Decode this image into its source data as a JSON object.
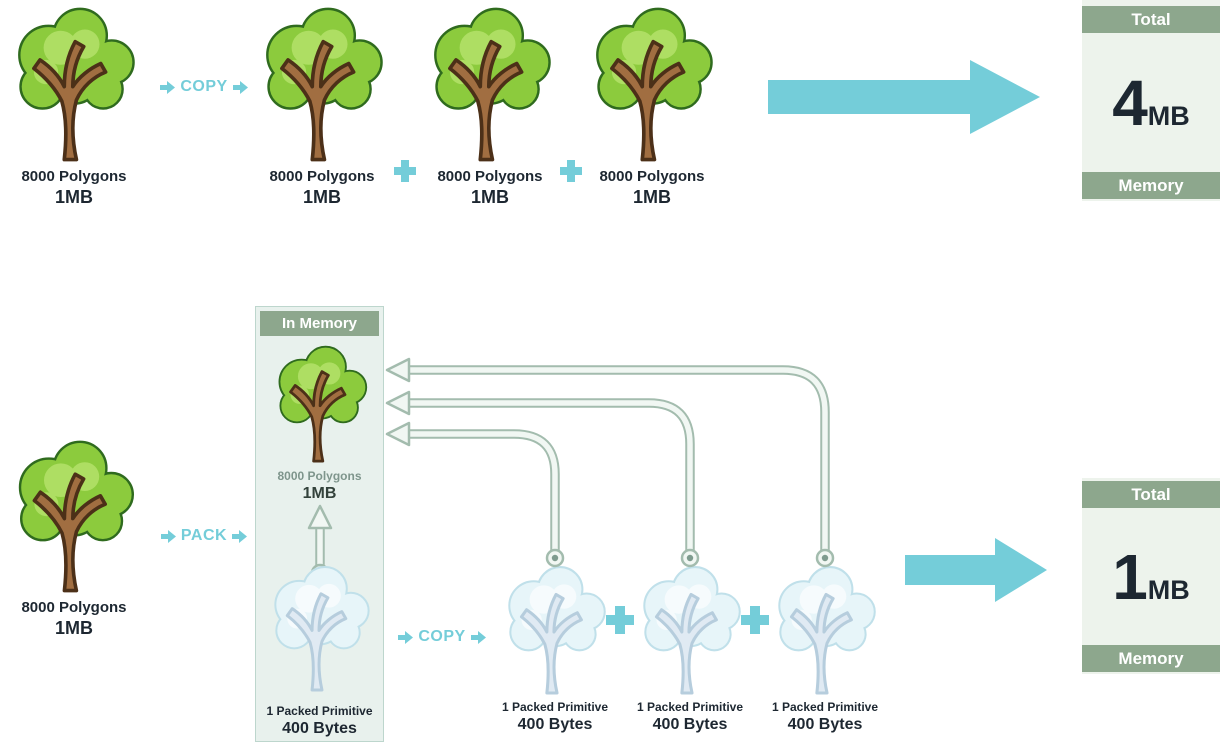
{
  "colors": {
    "accent": "#74cdd9",
    "header_bg": "#8da78d",
    "panel_bg": "#edf3ec",
    "box_bg": "#e8f1ed",
    "text_dark": "#1d2731",
    "muted_text": "#7e958c",
    "pipe_outline": "#a3bcae",
    "pipe_fill": "#f1f7f3"
  },
  "top_row": {
    "source_tree": {
      "line1": "8000 Polygons",
      "line2": "1MB"
    },
    "copy_label": "COPY",
    "plus": "+",
    "copies": [
      {
        "line1": "8000 Polygons",
        "line2": "1MB"
      },
      {
        "line1": "8000 Polygons",
        "line2": "1MB"
      },
      {
        "line1": "8000 Polygons",
        "line2": "1MB"
      }
    ],
    "result": {
      "header": "Total",
      "value": "4",
      "unit": "MB",
      "footer": "Memory"
    }
  },
  "bottom_row": {
    "source_tree": {
      "line1": "8000 Polygons",
      "line2": "1MB"
    },
    "pack_label": "PACK",
    "copy_label": "COPY",
    "memory_box": {
      "header": "In Memory",
      "tree": {
        "line1": "8000 Polygons",
        "line2": "1MB"
      },
      "packed_tree": {
        "line1": "1 Packed Primitive",
        "line2": "400 Bytes"
      }
    },
    "copies": [
      {
        "line1": "1 Packed Primitive",
        "line2": "400 Bytes"
      },
      {
        "line1": "1 Packed Primitive",
        "line2": "400 Bytes"
      },
      {
        "line1": "1 Packed Primitive",
        "line2": "400 Bytes"
      }
    ],
    "result": {
      "header": "Total",
      "value": "1",
      "unit": "MB",
      "footer": "Memory"
    }
  }
}
